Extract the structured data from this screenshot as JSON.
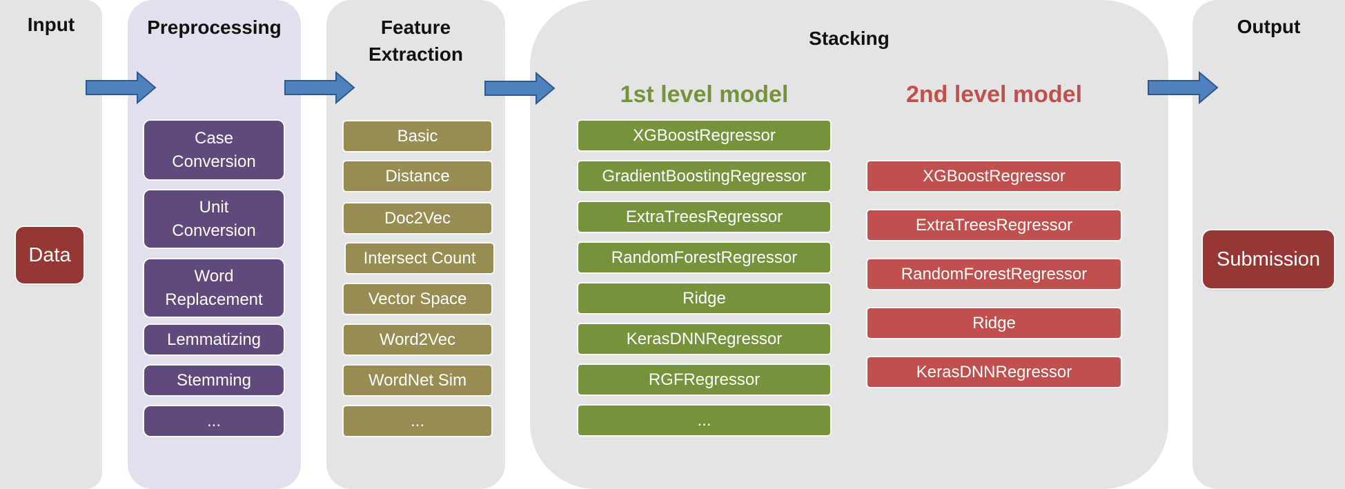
{
  "colors": {
    "preprocessing": "#5f4a7b",
    "feature": "#978c52",
    "first_level": "#76933c",
    "second_level": "#c0504d",
    "data_nodes": "#953735",
    "arrow": "#4f81bd"
  },
  "input": {
    "title": "Input",
    "data_label": "Data"
  },
  "preprocessing": {
    "title": "Preprocessing",
    "items": [
      "Case\nConversion",
      "Unit\nConversion",
      "Word\nReplacement",
      "Lemmatizing",
      "Stemming",
      "..."
    ]
  },
  "feature_extraction": {
    "title": "Feature\nExtraction",
    "items": [
      "Basic",
      "Distance",
      "Doc2Vec",
      "Intersect Count",
      "Vector Space",
      "Word2Vec",
      "WordNet Sim",
      "..."
    ]
  },
  "stacking": {
    "title": "Stacking",
    "first_level": {
      "title": "1st level model",
      "items": [
        "XGBoostRegressor",
        "GradientBoostingRegressor",
        "ExtraTreesRegressor",
        "RandomForestRegressor",
        "Ridge",
        "KerasDNNRegressor",
        "RGFRegressor",
        "..."
      ]
    },
    "second_level": {
      "title": "2nd level model",
      "items": [
        "XGBoostRegressor",
        "ExtraTreesRegressor",
        "RandomForestRegressor",
        "Ridge",
        "KerasDNNRegressor"
      ]
    }
  },
  "output": {
    "title": "Output",
    "submission_label": "Submission"
  }
}
